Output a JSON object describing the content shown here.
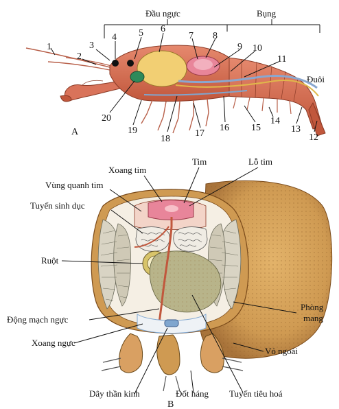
{
  "panel_a": {
    "letter": "A",
    "regions": {
      "cephalothorax": "Đầu ngực",
      "abdomen": "Bụng",
      "tail": "Đuôi"
    },
    "numbers": [
      "1",
      "2",
      "3",
      "4",
      "5",
      "6",
      "7",
      "8",
      "9",
      "10",
      "11",
      "12",
      "13",
      "14",
      "15",
      "16",
      "17",
      "18",
      "19",
      "20"
    ]
  },
  "panel_b": {
    "letter": "B",
    "labels": {
      "heart_sinus": "Xoang tim",
      "heart": "Tim",
      "ostium": "Lỗ tim",
      "pericardial": "Vùng quanh tim",
      "gonad": "Tuyến sinh dục",
      "intestine": "Ruột",
      "branchial_chamber": "Phòng mang",
      "sternal_artery": "Động mạch ngực",
      "sternal_sinus": "Xoang ngực",
      "carapace": "Vỏ ngoài",
      "nerve_cord": "Dây thần kinh",
      "leg_segment": "Đốt háng",
      "digestive_gland": "Tuyến tiêu hoá"
    }
  },
  "colors": {
    "shell": "#d9735a",
    "shell_dark": "#a8442e",
    "stomach": "#f2cf73",
    "heart": "#e8859a",
    "carapace": "#cf9a52",
    "gill": "#d9d4c4",
    "nerve": "#7fa6cf",
    "gonad": "#f0ece4",
    "gut": "#d8c46a",
    "gland": "#b8b48a"
  }
}
